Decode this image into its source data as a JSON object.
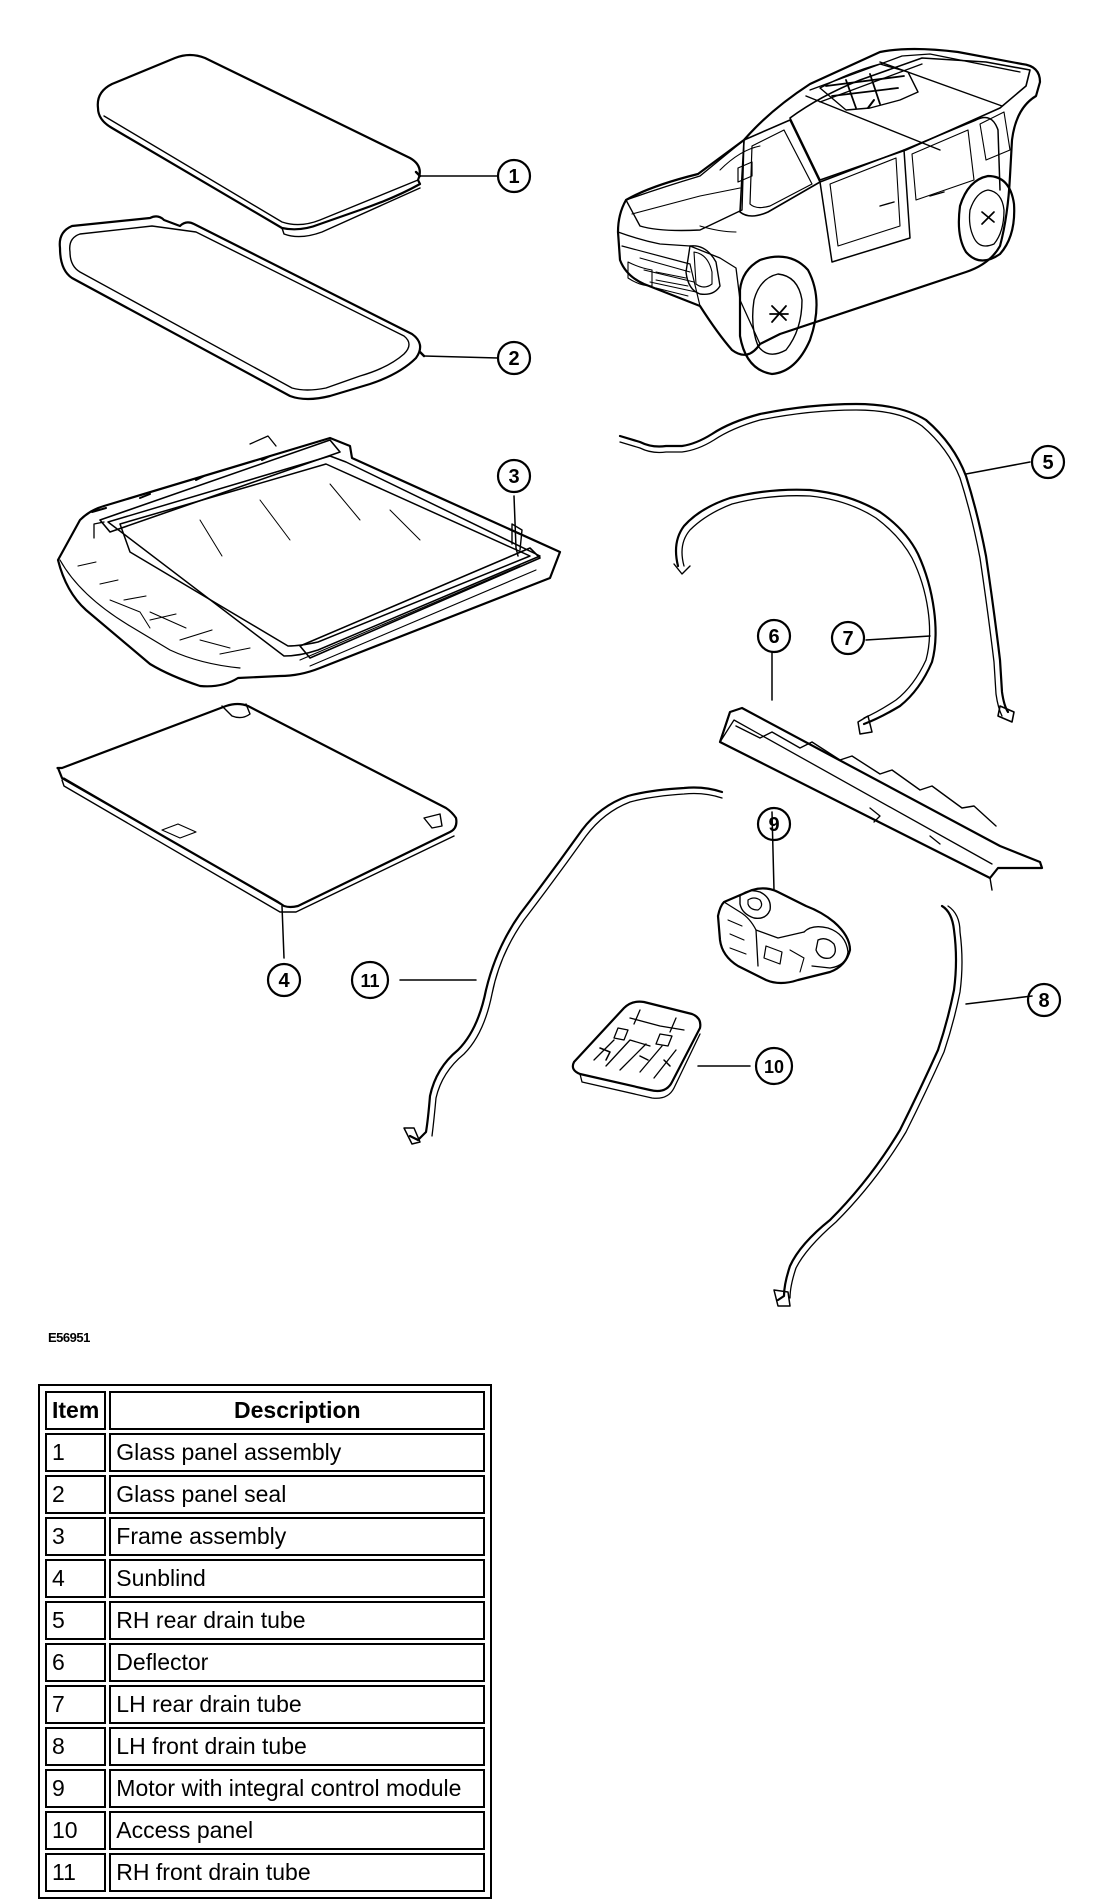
{
  "figure_id": "E56951",
  "callouts": [
    {
      "id": "1"
    },
    {
      "id": "2"
    },
    {
      "id": "3"
    },
    {
      "id": "4"
    },
    {
      "id": "5"
    },
    {
      "id": "6"
    },
    {
      "id": "7"
    },
    {
      "id": "8"
    },
    {
      "id": "9"
    },
    {
      "id": "10"
    },
    {
      "id": "11"
    }
  ],
  "legend": {
    "headers": {
      "item": "Item",
      "description": "Description"
    },
    "rows": [
      {
        "item": "1",
        "description": "Glass panel assembly"
      },
      {
        "item": "2",
        "description": "Glass panel seal"
      },
      {
        "item": "3",
        "description": "Frame assembly"
      },
      {
        "item": "4",
        "description": "Sunblind"
      },
      {
        "item": "5",
        "description": "RH rear drain tube"
      },
      {
        "item": "6",
        "description": "Deflector"
      },
      {
        "item": "7",
        "description": "LH rear drain tube"
      },
      {
        "item": "8",
        "description": "LH front drain tube"
      },
      {
        "item": "9",
        "description": "Motor with integral control module"
      },
      {
        "item": "10",
        "description": "Access panel"
      },
      {
        "item": "11",
        "description": "RH front drain tube"
      }
    ]
  }
}
